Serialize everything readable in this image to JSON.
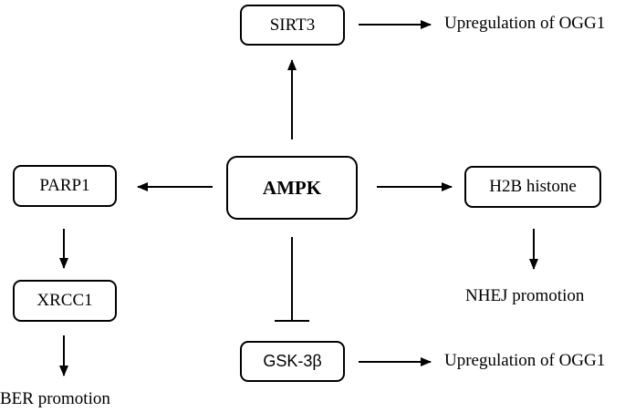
{
  "nodes": {
    "center": "AMPK",
    "top": "SIRT3",
    "left": "PARP1",
    "left_child": "XRCC1",
    "right": "H2B histone",
    "bottom": "GSK-3β"
  },
  "outcomes": {
    "sirt3": "Upregulation of OGG1",
    "gsk3b": "Upregulation of OGG1",
    "xrcc1": "BER promotion",
    "h2b": "NHEJ promotion"
  },
  "colors": {
    "stroke": "#000000",
    "background": "#ffffff"
  }
}
